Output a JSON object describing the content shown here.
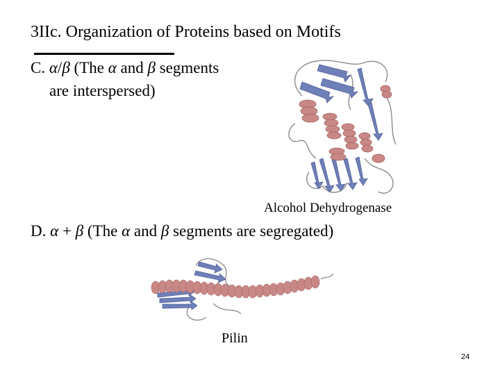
{
  "slide": {
    "title": "3IIc. Organization of Proteins based on Motifs",
    "section_c": {
      "prefix": "C. ",
      "alpha": "α",
      "slash": "/",
      "beta": "β",
      "text1": " (The ",
      "alpha2": "α",
      "and": " and ",
      "beta2": "β",
      "text2": " segments",
      "line2": "are interspersed)"
    },
    "section_d": {
      "prefix": "D. ",
      "alpha": "α",
      "plus": " + ",
      "beta": "β",
      "text1": " (The ",
      "alpha2": "α",
      "and": " and ",
      "beta2": "β",
      "text2": " segments are segregated)"
    },
    "figure_adh": {
      "caption": "Alcohol Dehydrogenase"
    },
    "figure_pilin": {
      "caption": "Pilin"
    },
    "page_number": "24",
    "colors": {
      "helix": "#c98886",
      "sheet": "#6f7fb8",
      "coil": "#8a8a8a"
    }
  }
}
